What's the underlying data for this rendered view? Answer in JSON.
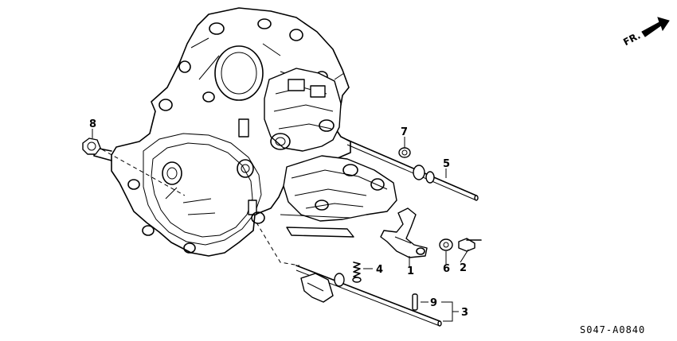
{
  "diagram": {
    "labels": {
      "p1": "1",
      "p2": "2",
      "p3": "3",
      "p4": "4",
      "p5": "5",
      "p6": "6",
      "p7": "7",
      "p8": "8",
      "p9": "9"
    },
    "direction": "FR.",
    "code": "S047-A0840"
  }
}
